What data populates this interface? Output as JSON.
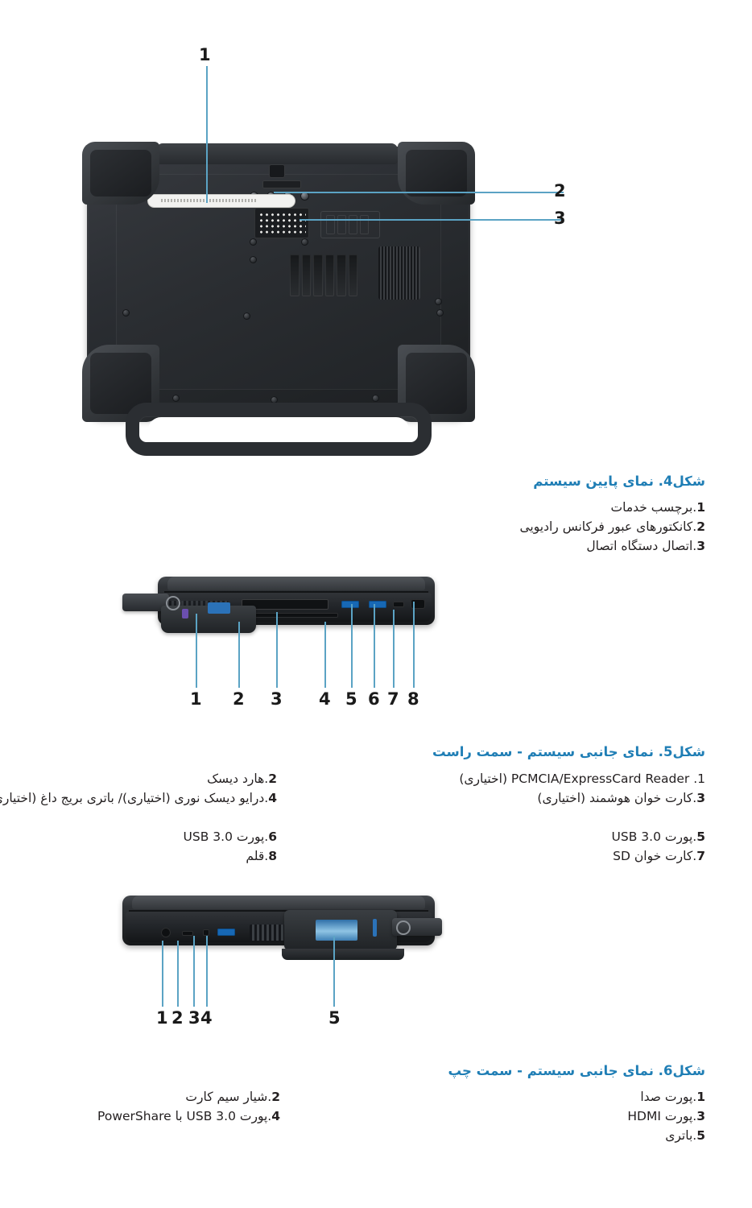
{
  "document": {
    "language": "fa",
    "direction": "rtl",
    "accent_color": "#1f7eb5",
    "leader_color": "#5ba3c4",
    "text_color": "#231f20"
  },
  "figures": [
    {
      "id": "figure-4",
      "title": "شکل4. نمای پایین سیستم",
      "view": "bottom",
      "callouts": [
        "1",
        "2",
        "3"
      ],
      "items_right": [
        {
          "num": "1",
          "label": ".برچسب خدمات"
        },
        {
          "num": "2",
          "label": ".کانکتورهای عبور فرکانس رادیویی"
        },
        {
          "num": "3",
          "label": ".اتصال دستگاه اتصال"
        }
      ],
      "items_left": []
    },
    {
      "id": "figure-5",
      "title": "شکل5. نمای جانبی سیستم - سمت راست",
      "view": "right-side",
      "callouts": [
        "1",
        "2",
        "3",
        "4",
        "5",
        "6",
        "7",
        "8"
      ],
      "items_right": [
        {
          "num": "1",
          "label": "1. PCMCIA/ExpressCard Reader (اختیاری)"
        },
        {
          "num": "3",
          "label": ".کارت خوان هوشمند (اختیاری)"
        },
        {
          "num": "5",
          "label": ".پورت USB 3.0"
        },
        {
          "num": "7",
          "label": ".کارت خوان SD"
        }
      ],
      "items_left": [
        {
          "num": "2",
          "label": ".هارد دیسک"
        },
        {
          "num": "4",
          "label": ".درایو دیسک نوری (اختیاری)/ باتری بریج داغ (اختیاری)"
        },
        {
          "num": "6",
          "label": ".پورت USB 3.0"
        },
        {
          "num": "8",
          "label": ".قلم"
        }
      ]
    },
    {
      "id": "figure-6",
      "title": "شکل6. نمای جانبی سیستم - سمت چپ",
      "view": "left-side",
      "callouts": [
        "1",
        "2",
        "3",
        "4",
        "5"
      ],
      "items_right": [
        {
          "num": "1",
          "label": ".پورت صدا"
        },
        {
          "num": "3",
          "label": ".پورت HDMI"
        },
        {
          "num": "5",
          "label": ".باتری"
        }
      ],
      "items_left": [
        {
          "num": "2",
          "label": ".شیار سیم کارت"
        },
        {
          "num": "4",
          "label": ".پورت USB 3.0 با PowerShare"
        }
      ]
    }
  ],
  "numbers": {
    "n1": "1",
    "n2": "2",
    "n3": "3",
    "n4": "4",
    "n5": "5",
    "n6": "6",
    "n7": "7",
    "n8": "8"
  }
}
